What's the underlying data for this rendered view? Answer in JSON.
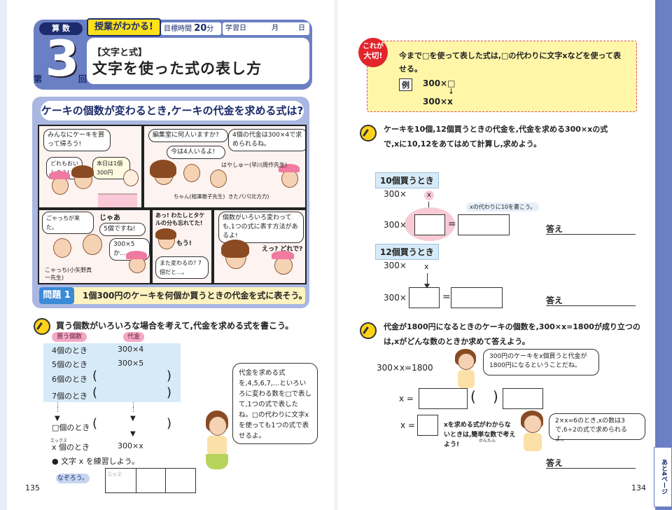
{
  "header": {
    "subject": "算 数",
    "badge": "授業がわかる!",
    "goal_label": "目標時間",
    "goal_value": "20",
    "goal_unit": "分",
    "date_label": "学習日",
    "month": "月",
    "day": "日",
    "number": "3",
    "dai": "第",
    "kai": "回",
    "section": "【文字と式】",
    "title": "文字を使った式の表し方"
  },
  "manga": {
    "question": "ケーキの個数が変わるとき,ケーキの代金を求める式は?",
    "bubbles": [
      "みんなにケーキを買って帰ろう!",
      "どれもおいしそう!",
      "本日は1個300円",
      "編集室に何人いますか?",
      "今は4人いるよ!",
      "4個の代金は300×4で求められるね。",
      "はやしゅー(早川周作先生)",
      "ちゃん(相澤雅子先生)",
      "きたパパ(北方力)",
      "ごゃっちが来た。",
      "じゃあ",
      "5個ですね!",
      "300×5か…",
      "あっ! わたしとタケルの分も忘れてた!",
      "もう!",
      "個数がいろいろ変わっても,1つの式に表す方法があるよ!",
      "また変わるの? 7個だと…。",
      "えっ? どれで?",
      "こゃっち(小矢野真一先生)"
    ],
    "problem_tag": "問題 1",
    "problem_text": "1個300円のケーキを何個か買うときの代金を式に表そう。"
  },
  "left": {
    "instruction": "買う個数がいろいろな場合を考えて,代金を求める式を書こう。",
    "col_count": "買う個数",
    "col_price": "代金",
    "rows": [
      {
        "label": "4個のとき",
        "expr": "300×4"
      },
      {
        "label": "5個のとき",
        "expr": "300×5"
      },
      {
        "label": "6個のとき",
        "expr": ""
      },
      {
        "label": "7個のとき",
        "expr": ""
      }
    ],
    "blank_row_label": "□個のとき",
    "x_ruby": "エックス",
    "x_row_label": "x 個のとき",
    "x_row_expr": "300×x",
    "practice": "● 文字 x を練習しよう。",
    "trace_tag": "なぞろう。",
    "trace_marks": "①x②",
    "side_note": "代金を求める式を,4,5,6,7,…といろいろに変わる数を□で表して,1つの式で表したね。□の代わりに文字xを使っても1つの式で表せるよ。",
    "page": "135"
  },
  "right": {
    "badge_top": "これが",
    "badge_bottom": "大切!",
    "note_text": "今まで□を使って表した式は,□の代わりに文字xなどを使って表せる。",
    "rei": "例",
    "rei_line1": "300×□",
    "rei_arrow": "↓",
    "rei_line2": "300×x",
    "q2_text": "ケーキを10個,12個買うときの代金を,代金を求める300×xの式で,xに10,12をあてはめて計算し,求めよう。",
    "head10": "10個買うとき",
    "expr_top": "300×",
    "x_symbol": "x",
    "hint10": "xの代わりに10を書こう。",
    "expr_times": "300×",
    "equals": "=",
    "answer": "答え",
    "head12": "12個買うとき",
    "q3_text": "代金が1800円になるときのケーキの個数を,300×x=1800が成り立つのは,xがどんな数のときか求めて答えよう。",
    "eq_main": "300×x=1800",
    "hint_q3": "300円のケーキをx個買うと代金が1800円になるということだね。",
    "x_eq": "x =",
    "paren_open": "(",
    "paren_close": ")",
    "hint_divide": "2×x=6のとき,xの数は3で,6÷2の式で求められるよ。",
    "hint_hard_ruby": "かんたん",
    "hint_hard": "xを求める式がわからないときは,簡単な数で考えよう!",
    "page": "134",
    "side_tab": "あと4ページ"
  }
}
